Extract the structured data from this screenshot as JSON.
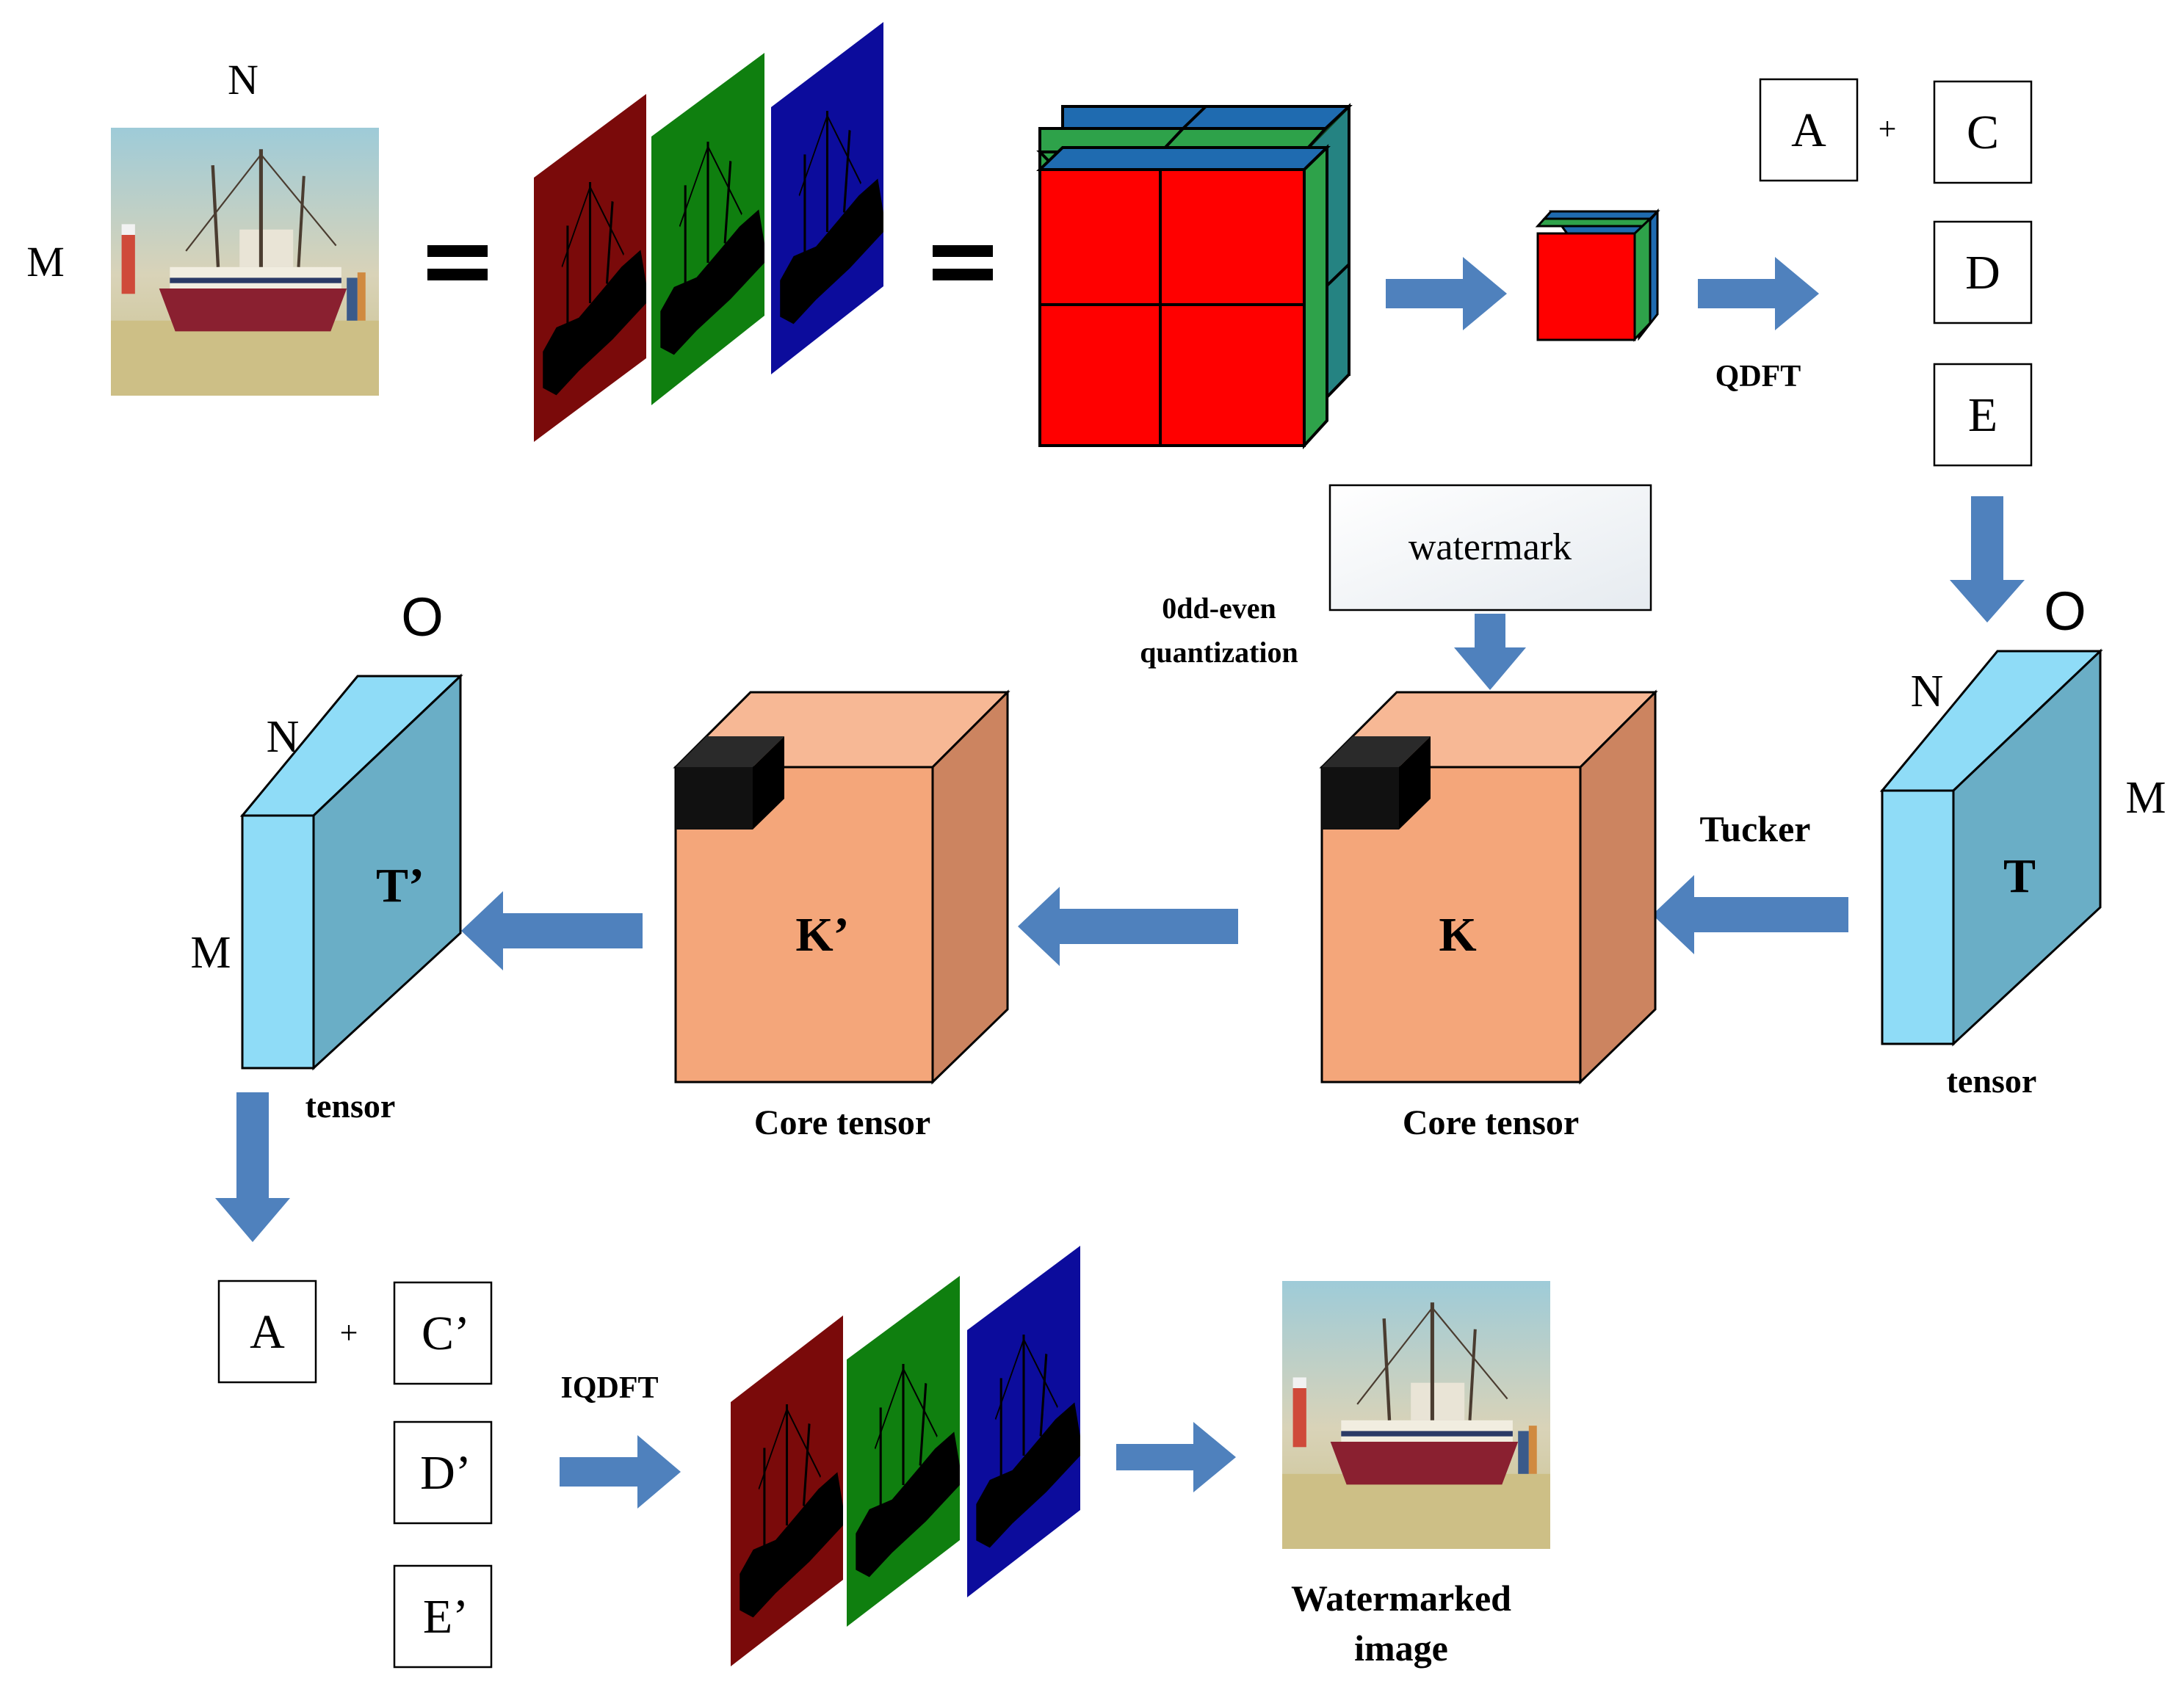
{
  "colors": {
    "arrow": "#4f81bd",
    "red_channel": "#7a0a0a",
    "green_channel": "#0f7f0f",
    "blue_channel": "#0c0c9c",
    "cube_red": "#ff0000",
    "cube_green": "#2ea24a",
    "cube_blue": "#1f6bb0",
    "core_front": "#f4a67a",
    "core_top": "#f7b895",
    "core_side": "#cc8460",
    "tensor_front": "#8fdcf7",
    "tensor_side": "#6aaec6",
    "black_block": "#111111"
  },
  "icons": {
    "boat_image": "boat-photo",
    "watermarked_image": "boat-photo",
    "flow_arrow": "block-arrow"
  },
  "input": {
    "label_width": "N",
    "label_height": "M"
  },
  "equals": "=",
  "qdft": {
    "label": "QDFT",
    "components": {
      "a": "A",
      "plus": "+",
      "c": "C",
      "d": "D",
      "e": "E"
    }
  },
  "tensor_t": {
    "label_depth": "O",
    "label_width": "N",
    "label_height": "M",
    "name": "T",
    "caption": "tensor"
  },
  "tucker": {
    "label": "Tucker"
  },
  "core_k": {
    "name": "K",
    "caption": "Core tensor"
  },
  "watermark": {
    "label": "watermark"
  },
  "quantization": {
    "line1": "0dd-even",
    "line2": "quantization"
  },
  "core_k_prime": {
    "name": "K’",
    "caption": "Core tensor"
  },
  "tensor_t_prime": {
    "label_depth": "O",
    "label_width": "N",
    "label_height": "M",
    "name": "T’",
    "caption": "tensor"
  },
  "iqdft": {
    "label": "IQDFT",
    "components": {
      "a": "A",
      "plus": "+",
      "c": "C’",
      "d": "D’",
      "e": "E’"
    }
  },
  "output": {
    "caption_line1": "Watermarked",
    "caption_line2": "image"
  }
}
